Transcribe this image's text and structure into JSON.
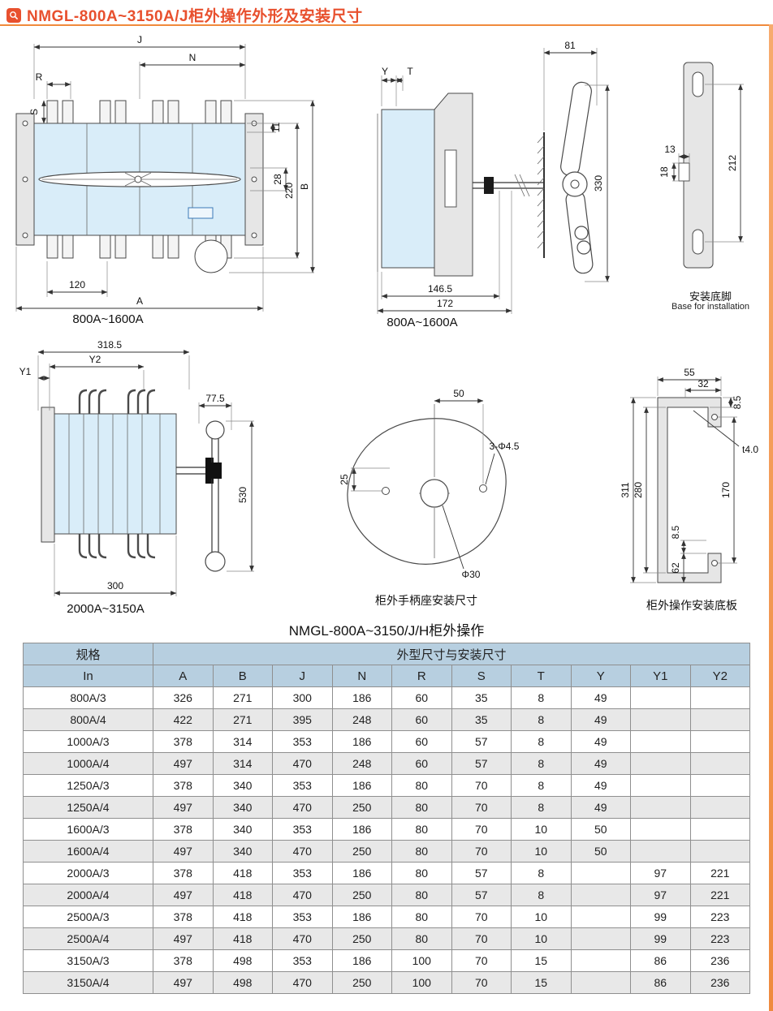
{
  "theme": {
    "accent": "#e8502e",
    "rule": "#f08a3c",
    "table_header": "#b7cfe0",
    "row_alt": "#e8e8e8",
    "drawing_fill": "#d9edf9"
  },
  "header": {
    "title": "NMGL-800A~3150A/J柜外操作外形及安装尺寸"
  },
  "figures": {
    "front_view": {
      "caption": "800A~1600A",
      "labels": {
        "J": "J",
        "N": "N",
        "R": "R",
        "S": "S",
        "d11": "11",
        "d28": "28",
        "d220": "220",
        "B": "B",
        "d120": "120",
        "A": "A"
      }
    },
    "side_view": {
      "caption": "800A~1600A",
      "labels": {
        "Y": "Y",
        "T": "T",
        "d81": "81",
        "d330": "330",
        "d146_5": "146.5",
        "d172": "172"
      }
    },
    "base_bracket": {
      "caption_cn": "安装底脚",
      "caption_en": "Base for installation",
      "labels": {
        "d212": "212",
        "d13": "13",
        "d18": "18"
      }
    },
    "large_view": {
      "caption": "2000A~3150A",
      "labels": {
        "d318_5": "318.5",
        "Y1": "Y1",
        "Y2": "Y2",
        "d77_5": "77.5",
        "d530": "530",
        "d300": "300"
      }
    },
    "handle_seat": {
      "caption": "柜外手柄座安装尺寸",
      "labels": {
        "d50": "50",
        "d25": "25",
        "holes": "3-Φ4.5",
        "center": "Φ30"
      }
    },
    "mount_plate": {
      "caption": "柜外操作安装底板",
      "labels": {
        "d55": "55",
        "d32": "32",
        "d8_5a": "8.5",
        "t": "t4.0",
        "d311": "311",
        "d280": "280",
        "d8_5b": "8.5",
        "d170": "170",
        "d62": "62"
      }
    }
  },
  "table": {
    "title": "NMGL-800A~3150/J/H柜外操作",
    "spec_header": "规格",
    "dims_header": "外型尺寸与安装尺寸",
    "in_header": "In",
    "columns": [
      "A",
      "B",
      "J",
      "N",
      "R",
      "S",
      "T",
      "Y",
      "Y1",
      "Y2"
    ],
    "rows": [
      {
        "spec": "800A/3",
        "values": [
          "326",
          "271",
          "300",
          "186",
          "60",
          "35",
          "8",
          "49",
          "",
          ""
        ]
      },
      {
        "spec": "800A/4",
        "values": [
          "422",
          "271",
          "395",
          "248",
          "60",
          "35",
          "8",
          "49",
          "",
          ""
        ]
      },
      {
        "spec": "1000A/3",
        "values": [
          "378",
          "314",
          "353",
          "186",
          "60",
          "57",
          "8",
          "49",
          "",
          ""
        ]
      },
      {
        "spec": "1000A/4",
        "values": [
          "497",
          "314",
          "470",
          "248",
          "60",
          "57",
          "8",
          "49",
          "",
          ""
        ]
      },
      {
        "spec": "1250A/3",
        "values": [
          "378",
          "340",
          "353",
          "186",
          "80",
          "70",
          "8",
          "49",
          "",
          ""
        ]
      },
      {
        "spec": "1250A/4",
        "values": [
          "497",
          "340",
          "470",
          "250",
          "80",
          "70",
          "8",
          "49",
          "",
          ""
        ]
      },
      {
        "spec": "1600A/3",
        "values": [
          "378",
          "340",
          "353",
          "186",
          "80",
          "70",
          "10",
          "50",
          "",
          ""
        ]
      },
      {
        "spec": "1600A/4",
        "values": [
          "497",
          "340",
          "470",
          "250",
          "80",
          "70",
          "10",
          "50",
          "",
          ""
        ]
      },
      {
        "spec": "2000A/3",
        "values": [
          "378",
          "418",
          "353",
          "186",
          "80",
          "57",
          "8",
          "",
          "97",
          "221"
        ]
      },
      {
        "spec": "2000A/4",
        "values": [
          "497",
          "418",
          "470",
          "250",
          "80",
          "57",
          "8",
          "",
          "97",
          "221"
        ]
      },
      {
        "spec": "2500A/3",
        "values": [
          "378",
          "418",
          "353",
          "186",
          "80",
          "70",
          "10",
          "",
          "99",
          "223"
        ]
      },
      {
        "spec": "2500A/4",
        "values": [
          "497",
          "418",
          "470",
          "250",
          "80",
          "70",
          "10",
          "",
          "99",
          "223"
        ]
      },
      {
        "spec": "3150A/3",
        "values": [
          "378",
          "498",
          "353",
          "186",
          "100",
          "70",
          "15",
          "",
          "86",
          "236"
        ]
      },
      {
        "spec": "3150A/4",
        "values": [
          "497",
          "498",
          "470",
          "250",
          "100",
          "70",
          "15",
          "",
          "86",
          "236"
        ]
      }
    ]
  }
}
